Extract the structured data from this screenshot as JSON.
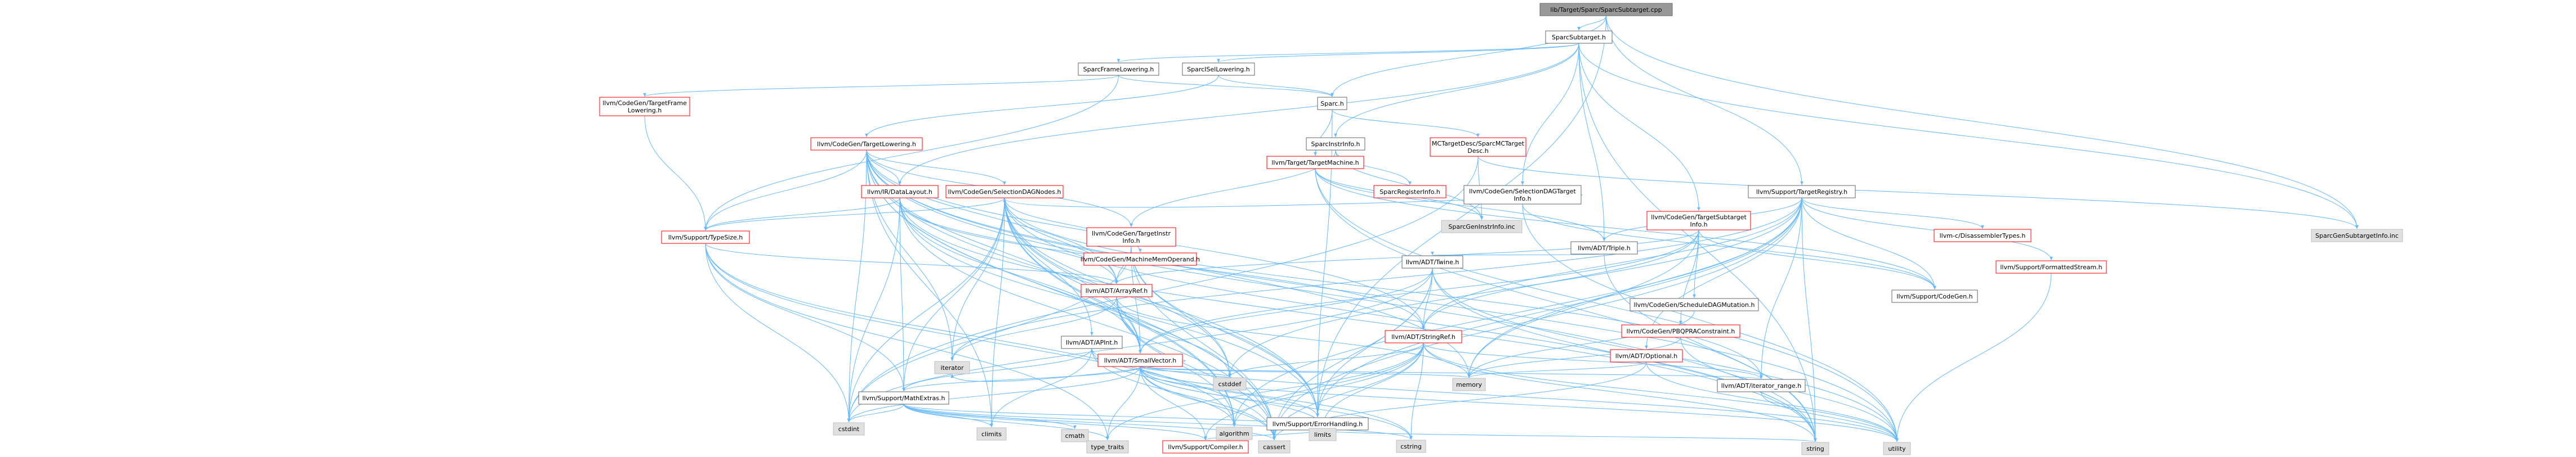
{
  "theme": {
    "root_fill": "#999999",
    "red_border": "#ff0000",
    "black_border": "#666666",
    "gray_border": "#bfbfbf",
    "gray_fill": "#e0e0e0",
    "edge_color": "#63b8ff"
  },
  "nodes": [
    {
      "id": "root",
      "label": "lib/Target/Sparc/SparcSubtarget.cpp",
      "style": "root"
    },
    {
      "id": "sparcsubtarget_h",
      "label": "SparcSubtarget.h",
      "style": "black"
    },
    {
      "id": "sparcframelowering_h",
      "label": "SparcFrameLowering.h",
      "style": "black"
    },
    {
      "id": "tfl",
      "label": [
        "llvm/CodeGen/TargetFrame",
        "Lowering.h"
      ],
      "style": "red"
    },
    {
      "id": "typesize",
      "label": "llvm/Support/TypeSize.h",
      "style": "red"
    },
    {
      "id": "sparcisellowering_h",
      "label": "SparcISelLowering.h",
      "style": "black"
    },
    {
      "id": "sparc_h",
      "label": "Sparc.h",
      "style": "black"
    },
    {
      "id": "tlowering",
      "label": "llvm/CodeGen/TargetLowering.h",
      "style": "red"
    },
    {
      "id": "sparcinstrinfo_h",
      "label": "SparcInstrInfo.h",
      "style": "black"
    },
    {
      "id": "sparcreginfo_h",
      "label": "SparcRegisterInfo.h",
      "style": "red"
    },
    {
      "id": "datalayout",
      "label": "llvm/IR/DataLayout.h",
      "style": "red"
    },
    {
      "id": "tm",
      "label": "llvm/Target/TargetMachine.h",
      "style": "red"
    },
    {
      "id": "mcdesc",
      "label": [
        "MCTargetDesc/SparcMCTarget",
        "Desc.h"
      ],
      "style": "red"
    },
    {
      "id": "seldagti",
      "label": [
        "llvm/CodeGen/SelectionDAGTarget",
        "Info.h"
      ],
      "style": "black"
    },
    {
      "id": "sdnodes",
      "label": "llvm/CodeGen/SelectionDAGNodes.h",
      "style": "red"
    },
    {
      "id": "geninstr",
      "label": "SparcGenInstrInfo.inc",
      "style": "gray"
    },
    {
      "id": "gensub",
      "label": "SparcGenSubtargetInfo.inc",
      "style": "gray"
    },
    {
      "id": "targetregistry",
      "label": "llvm/Support/TargetRegistry.h",
      "style": "black"
    },
    {
      "id": "tii",
      "label": [
        "llvm/CodeGen/TargetInstr",
        "Info.h"
      ],
      "style": "red"
    },
    {
      "id": "mmo",
      "label": "llvm/CodeGen/MachineMemOperand.h",
      "style": "red"
    },
    {
      "id": "tsi",
      "label": [
        "llvm/CodeGen/TargetSubtarget",
        "Info.h"
      ],
      "style": "red"
    },
    {
      "id": "triple",
      "label": "llvm/ADT/Triple.h",
      "style": "black"
    },
    {
      "id": "disasm",
      "label": "llvm-c/DisassemblerTypes.h",
      "style": "red"
    },
    {
      "id": "fmtstream",
      "label": "llvm/Support/FormattedStream.h",
      "style": "red"
    },
    {
      "id": "arrayref",
      "label": "llvm/ADT/ArrayRef.h",
      "style": "red"
    },
    {
      "id": "twine",
      "label": "llvm/ADT/Twine.h",
      "style": "black"
    },
    {
      "id": "schedmut",
      "label": "llvm/CodeGen/ScheduleDAGMutation.h",
      "style": "black"
    },
    {
      "id": "codegen",
      "label": "llvm/Support/CodeGen.h",
      "style": "black"
    },
    {
      "id": "pbqp",
      "label": "llvm/CodeGen/PBQPRAConstraint.h",
      "style": "red"
    },
    {
      "id": "optional",
      "label": "llvm/ADT/Optional.h",
      "style": "red"
    },
    {
      "id": "apint",
      "label": "llvm/ADT/APInt.h",
      "style": "black"
    },
    {
      "id": "smallvector",
      "label": "llvm/ADT/SmallVector.h",
      "style": "red"
    },
    {
      "id": "stringref",
      "label": "llvm/ADT/StringRef.h",
      "style": "red"
    },
    {
      "id": "mathextras",
      "label": "llvm/Support/MathExtras.h",
      "style": "black"
    },
    {
      "id": "errhandling",
      "label": "llvm/Support/ErrorHandling.h",
      "style": "black"
    },
    {
      "id": "iterrange",
      "label": "llvm/ADT/iterator_range.h",
      "style": "black"
    },
    {
      "id": "iterator",
      "label": "iterator",
      "style": "gray"
    },
    {
      "id": "cstddef",
      "label": "cstddef",
      "style": "gray"
    },
    {
      "id": "memory",
      "label": "memory",
      "style": "gray"
    },
    {
      "id": "cstdint",
      "label": "cstdint",
      "style": "gray"
    },
    {
      "id": "climits",
      "label": "climits",
      "style": "gray"
    },
    {
      "id": "cmath",
      "label": "cmath",
      "style": "gray"
    },
    {
      "id": "type_traits",
      "label": "type_traits",
      "style": "gray"
    },
    {
      "id": "limits",
      "label": "limits",
      "style": "gray"
    },
    {
      "id": "cassert",
      "label": "cassert",
      "style": "gray"
    },
    {
      "id": "compiler",
      "label": "llvm/Support/Compiler.h",
      "style": "red"
    },
    {
      "id": "algorithm",
      "label": "algorithm",
      "style": "gray"
    },
    {
      "id": "cstring",
      "label": "cstring",
      "style": "gray"
    },
    {
      "id": "string",
      "label": "string",
      "style": "gray"
    },
    {
      "id": "utility",
      "label": "utility",
      "style": "gray"
    }
  ],
  "edges": [
    [
      "root",
      "sparcsubtarget_h"
    ],
    [
      "root",
      "sparc_h"
    ],
    [
      "root",
      "targetregistry"
    ],
    [
      "root",
      "gensub"
    ],
    [
      "root",
      "errhandling"
    ],
    [
      "sparcsubtarget_h",
      "sparcframelowering_h"
    ],
    [
      "sparcsubtarget_h",
      "sparcisellowering_h"
    ],
    [
      "sparcsubtarget_h",
      "sparcinstrinfo_h"
    ],
    [
      "sparcsubtarget_h",
      "seldagti"
    ],
    [
      "sparcsubtarget_h",
      "tsi"
    ],
    [
      "sparcsubtarget_h",
      "datalayout"
    ],
    [
      "sparcsubtarget_h",
      "triple"
    ],
    [
      "sparcsubtarget_h",
      "gensub"
    ],
    [
      "sparcsubtarget_h",
      "string"
    ],
    [
      "sparcframelowering_h",
      "sparc_h"
    ],
    [
      "sparcframelowering_h",
      "tfl"
    ],
    [
      "sparcframelowering_h",
      "typesize"
    ],
    [
      "tfl",
      "typesize"
    ],
    [
      "sparcisellowering_h",
      "sparc_h"
    ],
    [
      "sparcisellowering_h",
      "tlowering"
    ],
    [
      "sparc_h",
      "mcdesc"
    ],
    [
      "sparc_h",
      "tm"
    ],
    [
      "sparc_h",
      "errhandling"
    ],
    [
      "tlowering",
      "datalayout"
    ],
    [
      "tlowering",
      "sdnodes"
    ],
    [
      "tlowering",
      "tii"
    ],
    [
      "tlowering",
      "arrayref"
    ],
    [
      "tlowering",
      "smallvector"
    ],
    [
      "tlowering",
      "stringref"
    ],
    [
      "tlowering",
      "errhandling"
    ],
    [
      "tlowering",
      "typesize"
    ],
    [
      "tlowering",
      "algorithm"
    ],
    [
      "tlowering",
      "cassert"
    ],
    [
      "tlowering",
      "climits"
    ],
    [
      "tlowering",
      "cstdint"
    ],
    [
      "tlowering",
      "iterator"
    ],
    [
      "tlowering",
      "memory"
    ],
    [
      "tlowering",
      "string"
    ],
    [
      "tlowering",
      "utility"
    ],
    [
      "sparcinstrinfo_h",
      "sparcreginfo_h"
    ],
    [
      "sparcinstrinfo_h",
      "geninstr"
    ],
    [
      "sparcinstrinfo_h",
      "tii"
    ],
    [
      "tm",
      "triple"
    ],
    [
      "tm",
      "codegen"
    ],
    [
      "tm",
      "string"
    ],
    [
      "tm",
      "utility"
    ],
    [
      "tm",
      "geninstr"
    ],
    [
      "mcdesc",
      "gensub"
    ],
    [
      "mcdesc",
      "geninstr"
    ],
    [
      "mcdesc",
      "cstdint"
    ],
    [
      "seldagti",
      "sdnodes"
    ],
    [
      "seldagti",
      "codegen"
    ],
    [
      "seldagti",
      "utility"
    ],
    [
      "datalayout",
      "typesize"
    ],
    [
      "datalayout",
      "arrayref"
    ],
    [
      "datalayout",
      "smallvector"
    ],
    [
      "datalayout",
      "stringref"
    ],
    [
      "datalayout",
      "mathextras"
    ],
    [
      "datalayout",
      "errhandling"
    ],
    [
      "datalayout",
      "cassert"
    ],
    [
      "datalayout",
      "cstdint"
    ],
    [
      "datalayout",
      "string"
    ],
    [
      "sdnodes",
      "mmo"
    ],
    [
      "sdnodes",
      "apint"
    ],
    [
      "sdnodes",
      "arrayref"
    ],
    [
      "sdnodes",
      "smallvector"
    ],
    [
      "sdnodes",
      "iterrange"
    ],
    [
      "sdnodes",
      "mathextras"
    ],
    [
      "sdnodes",
      "errhandling"
    ],
    [
      "sdnodes",
      "typesize"
    ],
    [
      "sdnodes",
      "algorithm"
    ],
    [
      "sdnodes",
      "cassert"
    ],
    [
      "sdnodes",
      "climits"
    ],
    [
      "sdnodes",
      "cstddef"
    ],
    [
      "sdnodes",
      "cstdint"
    ],
    [
      "sdnodes",
      "iterator"
    ],
    [
      "sdnodes",
      "string"
    ],
    [
      "sdnodes",
      "tuple"
    ],
    [
      "targetregistry",
      "disasm"
    ],
    [
      "targetregistry",
      "fmtstream"
    ],
    [
      "targetregistry",
      "triple"
    ],
    [
      "targetregistry",
      "optional"
    ],
    [
      "targetregistry",
      "stringref"
    ],
    [
      "targetregistry",
      "iterrange"
    ],
    [
      "targetregistry",
      "codegen"
    ],
    [
      "targetregistry",
      "errhandling"
    ],
    [
      "targetregistry",
      "algorithm"
    ],
    [
      "targetregistry",
      "cassert"
    ],
    [
      "targetregistry",
      "cstddef"
    ],
    [
      "targetregistry",
      "iterator"
    ],
    [
      "targetregistry",
      "memory"
    ],
    [
      "targetregistry",
      "string"
    ],
    [
      "tii",
      "arrayref"
    ],
    [
      "tii",
      "smallvector"
    ],
    [
      "tii",
      "errhandling"
    ],
    [
      "tii",
      "cassert"
    ],
    [
      "tii",
      "cstddef"
    ],
    [
      "tii",
      "cstdint"
    ],
    [
      "tsi",
      "arrayref"
    ],
    [
      "tsi",
      "smallvector"
    ],
    [
      "tsi",
      "stringref"
    ],
    [
      "tsi",
      "schedmut"
    ],
    [
      "tsi",
      "pbqp"
    ],
    [
      "tsi",
      "codegen"
    ],
    [
      "tsi",
      "memory"
    ],
    [
      "tsi",
      "vector"
    ],
    [
      "triple",
      "twine"
    ],
    [
      "triple",
      "string"
    ],
    [
      "twine",
      "smallvector"
    ],
    [
      "twine",
      "stringref"
    ],
    [
      "twine",
      "errhandling"
    ],
    [
      "twine",
      "cassert"
    ],
    [
      "twine",
      "cstdint"
    ],
    [
      "twine",
      "string"
    ],
    [
      "twine",
      "utility"
    ],
    [
      "schedmut",
      "memory"
    ],
    [
      "pbqp",
      "memory"
    ],
    [
      "pbqp",
      "utility"
    ],
    [
      "optional",
      "cassert"
    ],
    [
      "optional",
      "memory"
    ],
    [
      "optional",
      "new"
    ],
    [
      "optional",
      "utility"
    ],
    [
      "fmtstream",
      "utility"
    ],
    [
      "arrayref",
      "smallvector"
    ],
    [
      "arrayref",
      "iterator"
    ],
    [
      "arrayref",
      "algorithm"
    ],
    [
      "arrayref",
      "cassert"
    ],
    [
      "arrayref",
      "cstddef"
    ],
    [
      "arrayref",
      "memory"
    ],
    [
      "apint",
      "mathextras"
    ],
    [
      "apint",
      "cassert"
    ],
    [
      "apint",
      "climits"
    ],
    [
      "apint",
      "cstring"
    ],
    [
      "apint",
      "utility"
    ],
    [
      "smallvector",
      "mathextras"
    ],
    [
      "smallvector",
      "errhandling"
    ],
    [
      "smallvector",
      "iterrange"
    ],
    [
      "smallvector",
      "compiler"
    ],
    [
      "smallvector",
      "type_traits"
    ],
    [
      "smallvector",
      "limits"
    ],
    [
      "smallvector",
      "cassert"
    ],
    [
      "smallvector",
      "algorithm"
    ],
    [
      "smallvector",
      "cstddef"
    ],
    [
      "smallvector",
      "cstdint"
    ],
    [
      "smallvector",
      "cstring"
    ],
    [
      "smallvector",
      "iterator"
    ],
    [
      "smallvector",
      "memory"
    ],
    [
      "smallvector",
      "utility"
    ],
    [
      "stringref",
      "iterrange"
    ],
    [
      "stringref",
      "compiler"
    ],
    [
      "stringref",
      "algorithm"
    ],
    [
      "stringref",
      "cassert"
    ],
    [
      "stringref",
      "cstddef"
    ],
    [
      "stringref",
      "cstring"
    ],
    [
      "stringref",
      "limits"
    ],
    [
      "stringref",
      "string"
    ],
    [
      "stringref",
      "type_traits"
    ],
    [
      "stringref",
      "utility"
    ],
    [
      "mathextras",
      "compiler"
    ],
    [
      "mathextras",
      "cassert"
    ],
    [
      "mathextras",
      "climits"
    ],
    [
      "mathextras",
      "cmath"
    ],
    [
      "mathextras",
      "cstdint"
    ],
    [
      "mathextras",
      "cstring"
    ],
    [
      "mathextras",
      "limits"
    ],
    [
      "mathextras",
      "type_traits"
    ],
    [
      "errhandling",
      "compiler"
    ],
    [
      "errhandling",
      "string"
    ],
    [
      "iterrange",
      "utility"
    ],
    [
      "typesize",
      "mathextras"
    ],
    [
      "typesize",
      "arrayref"
    ],
    [
      "typesize",
      "algorithm"
    ],
    [
      "typesize",
      "cassert"
    ],
    [
      "typesize",
      "cstdint"
    ],
    [
      "typesize",
      "type_traits"
    ]
  ]
}
